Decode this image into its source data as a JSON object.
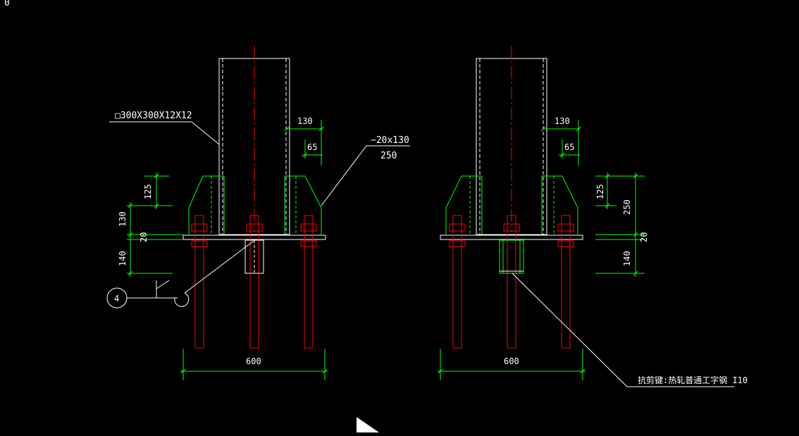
{
  "drawing": {
    "corner_mark": "0",
    "left_view": {
      "section_label": "□300X300X12X12",
      "plate_label_top": "−20x130",
      "plate_label_bottom": "250",
      "dim_130_top": "130",
      "dim_65_top": "65",
      "dim_125": "125",
      "dim_130": "130",
      "dim_20": "20",
      "dim_140": "140",
      "dim_600": "600",
      "detail_callout": "4"
    },
    "right_view": {
      "dim_130_top": "130",
      "dim_65_top": "65",
      "dim_125": "125",
      "dim_250": "250",
      "dim_20": "20",
      "dim_140": "140",
      "dim_600": "600",
      "shear_key_label": "抗剪键:热轧普通工字钢 I10"
    }
  },
  "colors": {
    "background": "#000000",
    "outline": "#ffffff",
    "dimension": "#00ff00",
    "bolt": "#ff0000",
    "stiffener": "#00ff00",
    "centerline": "#ff0000"
  }
}
